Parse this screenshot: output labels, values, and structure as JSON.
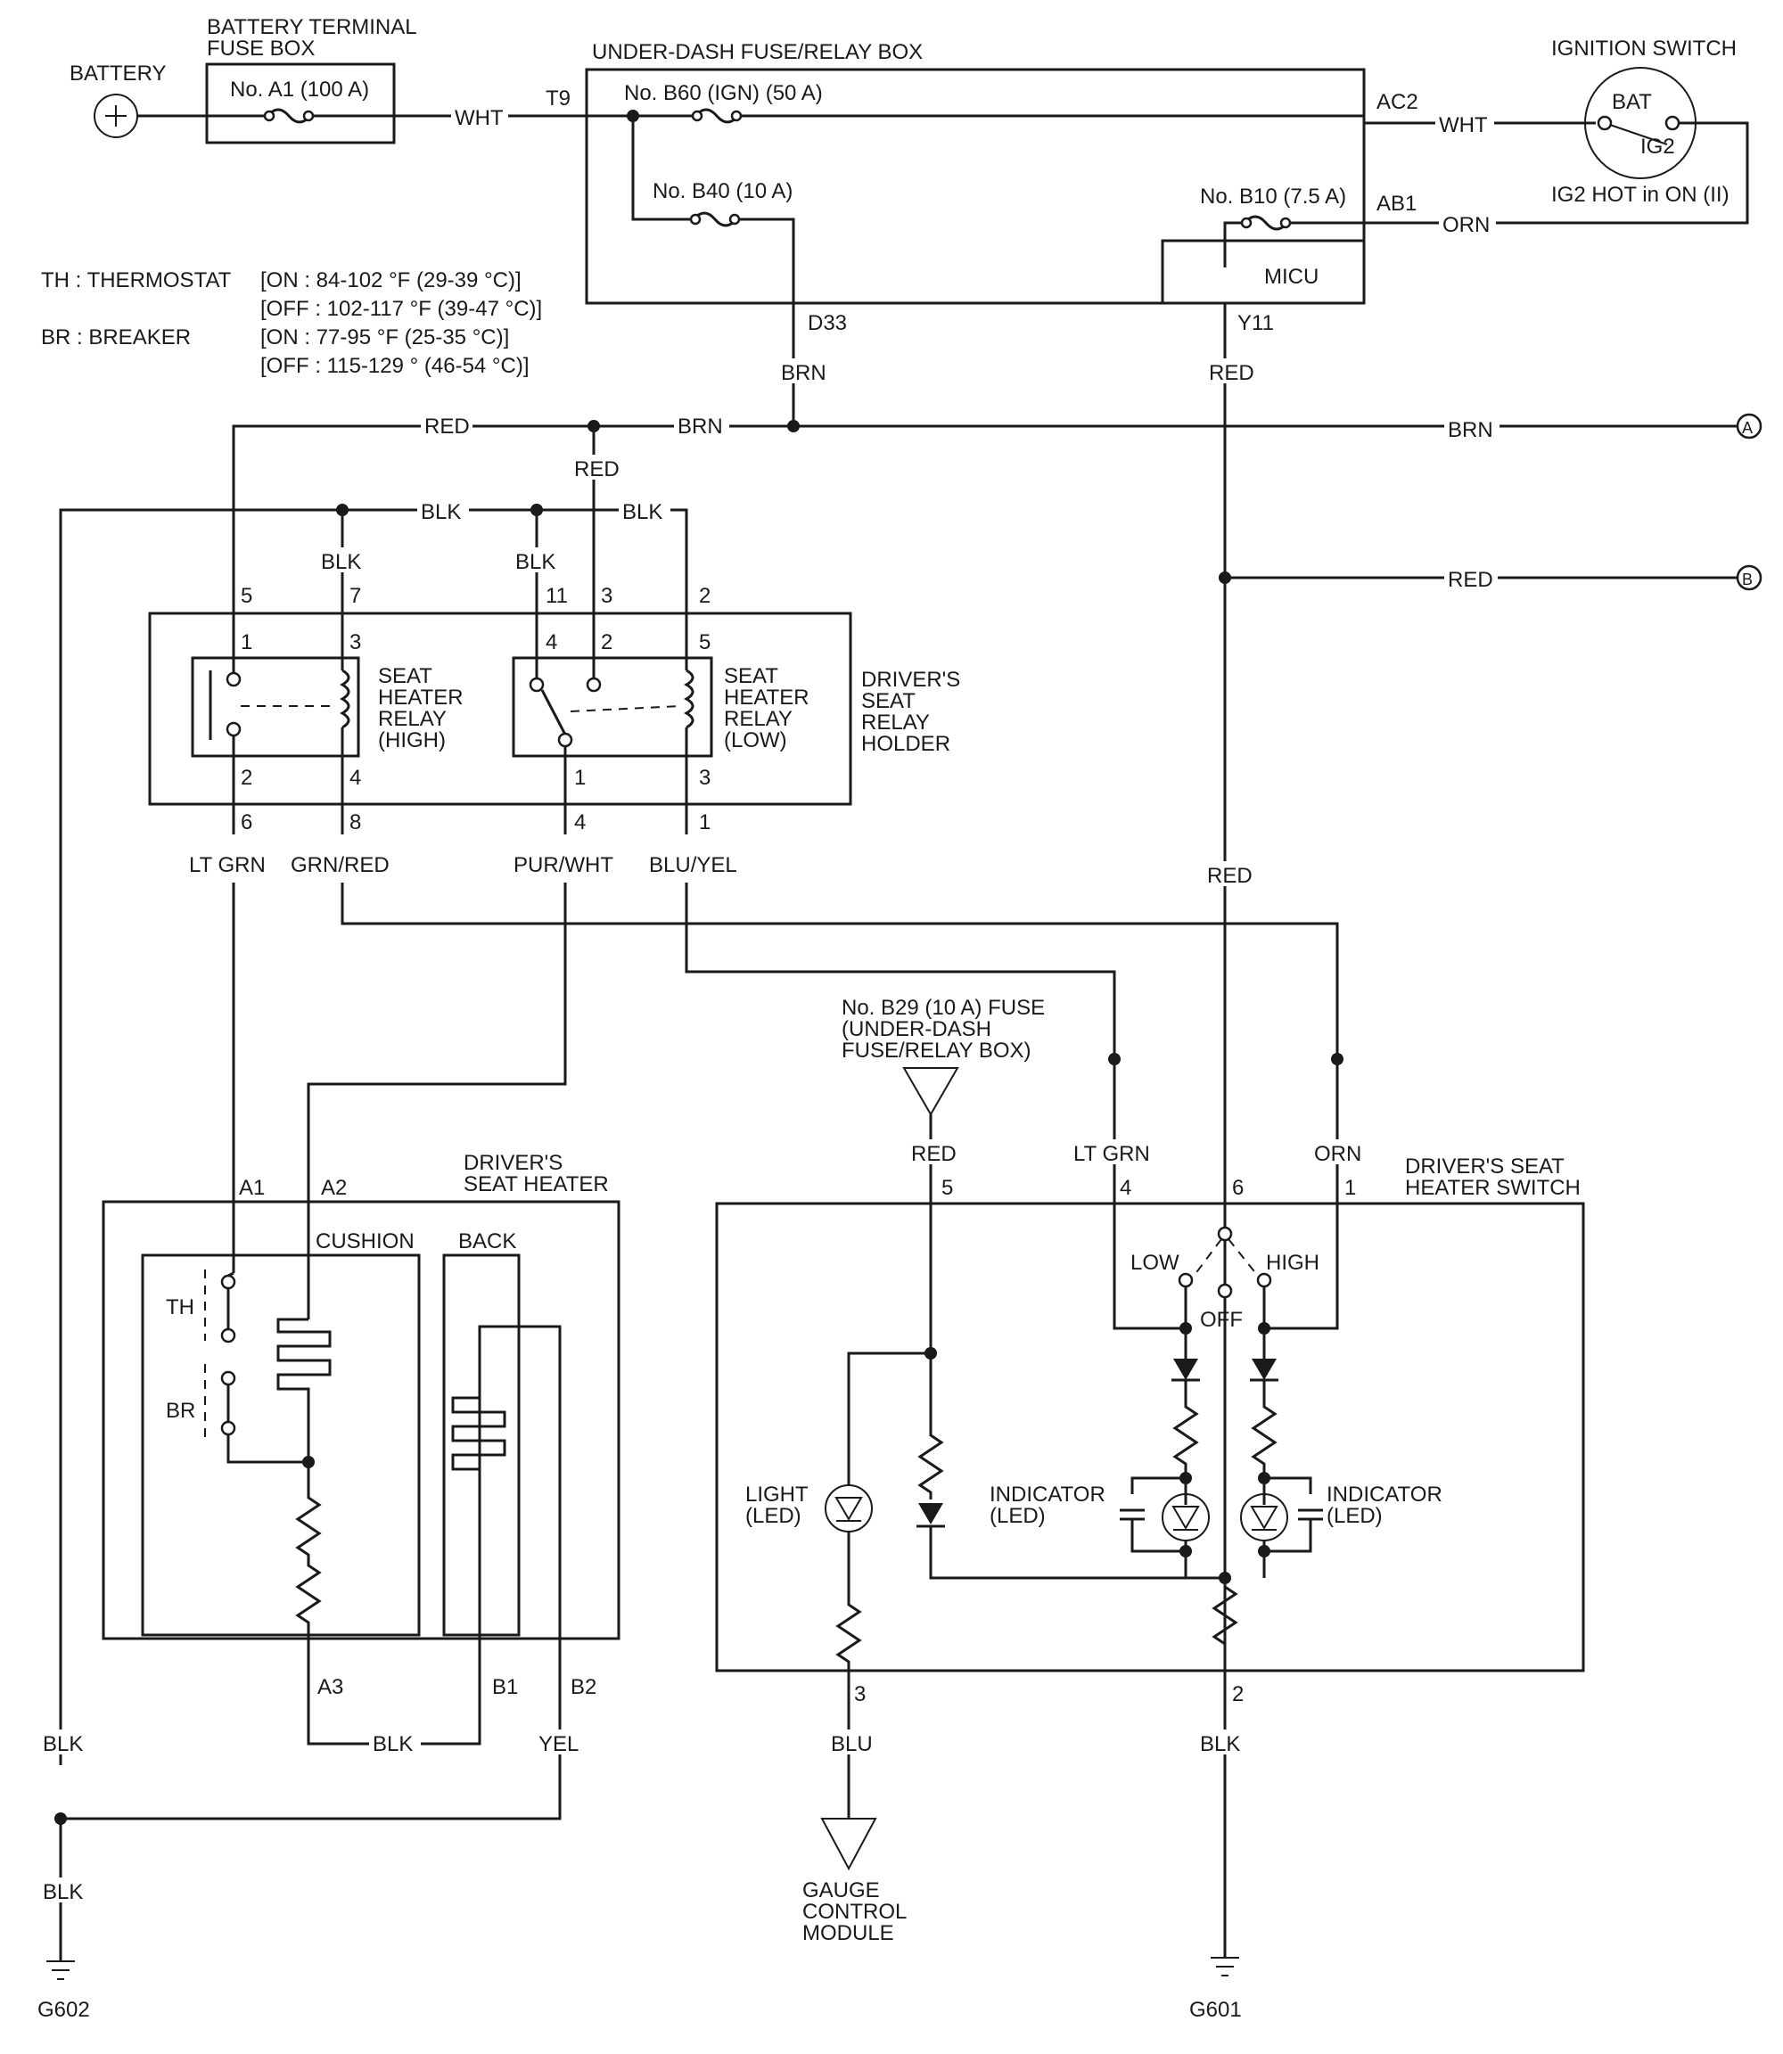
{
  "battery": {
    "label": "BATTERY"
  },
  "battery_fuse_box": {
    "title_line1": "BATTERY TERMINAL",
    "title_line2": "FUSE BOX",
    "fuse": "No. A1 (100 A)"
  },
  "underdash": {
    "title": "UNDER-DASH FUSE/RELAY BOX",
    "fuse_b60": "No. B60 (IGN) (50 A)",
    "fuse_b40": "No. B40 (10 A)",
    "fuse_b10": "No. B10 (7.5 A)",
    "micu": "MICU",
    "conn_t9": "T9",
    "conn_ac2": "AC2",
    "conn_ab1": "AB1",
    "conn_d33": "D33",
    "conn_y11": "Y11"
  },
  "ignition": {
    "title": "IGNITION SWITCH",
    "bat": "BAT",
    "ig2": "IG2",
    "note": "IG2 HOT in ON (II)"
  },
  "legend": {
    "th": "TH : THERMOSTAT",
    "th_on": "[ON : 84-102 °F (29-39 °C)]",
    "th_off": "[OFF : 102-117 °F (39-47 °C)]",
    "br": "BR : BREAKER",
    "br_on": "[ON : 77-95 °F (25-35 °C)]",
    "br_off": "[OFF : 115-129 ° (46-54 °C)]"
  },
  "wires": {
    "wht": "WHT",
    "orn": "ORN",
    "brn": "BRN",
    "red": "RED",
    "blk": "BLK",
    "lt_grn": "LT GRN",
    "grn_red": "GRN/RED",
    "pur_wht": "PUR/WHT",
    "blu_yel": "BLU/YEL",
    "yel": "YEL",
    "blu": "BLU"
  },
  "offpage": {
    "a": "A",
    "b": "B"
  },
  "relay_holder": {
    "title_line1": "DRIVER'S",
    "title_line2": "SEAT",
    "title_line3": "RELAY",
    "title_line4": "HOLDER",
    "high_line1": "SEAT",
    "high_line2": "HEATER",
    "high_line3": "RELAY",
    "high_line4": "(HIGH)",
    "low_line1": "SEAT",
    "low_line2": "HEATER",
    "low_line3": "RELAY",
    "low_line4": "(LOW)",
    "pins": {
      "h5": "5",
      "h7": "7",
      "h1": "1",
      "h3": "3",
      "h2": "2",
      "h4": "4",
      "h6": "6",
      "h8": "8",
      "l11": "11",
      "l3t": "3",
      "l2t": "2",
      "l4": "4",
      "l2i": "2",
      "l5": "5",
      "l1": "1",
      "l3": "3",
      "l4b": "4",
      "l1b": "1"
    }
  },
  "fuse_b29": {
    "line1": "No. B29 (10 A) FUSE",
    "line2": "(UNDER-DASH",
    "line3": "FUSE/RELAY BOX)"
  },
  "seat_heater": {
    "title_line1": "DRIVER'S",
    "title_line2": "SEAT HEATER",
    "cushion": "CUSHION",
    "back": "BACK",
    "th": "TH",
    "br": "BR",
    "a1": "A1",
    "a2": "A2",
    "a3": "A3",
    "b1": "B1",
    "b2": "B2"
  },
  "switch": {
    "title_line1": "DRIVER'S SEAT",
    "title_line2": "HEATER SWITCH",
    "low": "LOW",
    "high": "HIGH",
    "off": "OFF",
    "light_line1": "LIGHT",
    "light_line2": "(LED)",
    "ind_line1": "INDICATOR",
    "ind_line2": "(LED)",
    "p5": "5",
    "p4": "4",
    "p6": "6",
    "p1": "1",
    "p3": "3",
    "p2": "2"
  },
  "gauge": {
    "line1": "GAUGE",
    "line2": "CONTROL",
    "line3": "MODULE"
  },
  "grounds": {
    "g602": "G602",
    "g601": "G601"
  }
}
